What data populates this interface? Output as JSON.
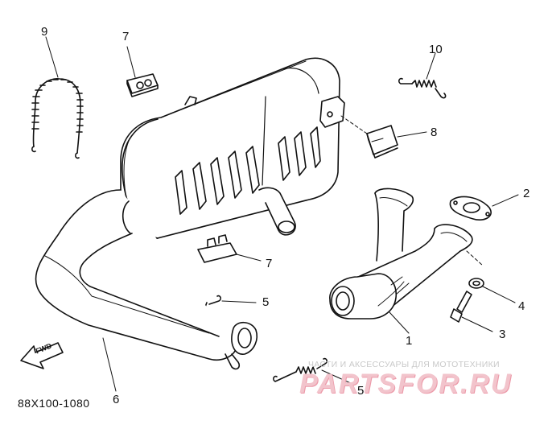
{
  "diagram": {
    "callouts": [
      {
        "id": "c9",
        "label": "9"
      },
      {
        "id": "c7a",
        "label": "7"
      },
      {
        "id": "c10",
        "label": "10"
      },
      {
        "id": "c8",
        "label": "8"
      },
      {
        "id": "c2",
        "label": "2"
      },
      {
        "id": "c7b",
        "label": "7"
      },
      {
        "id": "c5a",
        "label": "5"
      },
      {
        "id": "c4",
        "label": "4"
      },
      {
        "id": "c3",
        "label": "3"
      },
      {
        "id": "c1",
        "label": "1"
      },
      {
        "id": "c6",
        "label": "6"
      },
      {
        "id": "c5b",
        "label": "5"
      }
    ],
    "direction_arrow_label": "FWD",
    "drawing_code": "88X100-1080"
  },
  "watermark": {
    "tagline": "ЧАСТИ И АКСЕССУАРЫ ДЛЯ МОТОТЕХНИКИ",
    "brand": "PARTSFOR.RU",
    "brand_color": "#f2c4cc"
  },
  "colors": {
    "ink": "#111111",
    "background": "#ffffff"
  }
}
